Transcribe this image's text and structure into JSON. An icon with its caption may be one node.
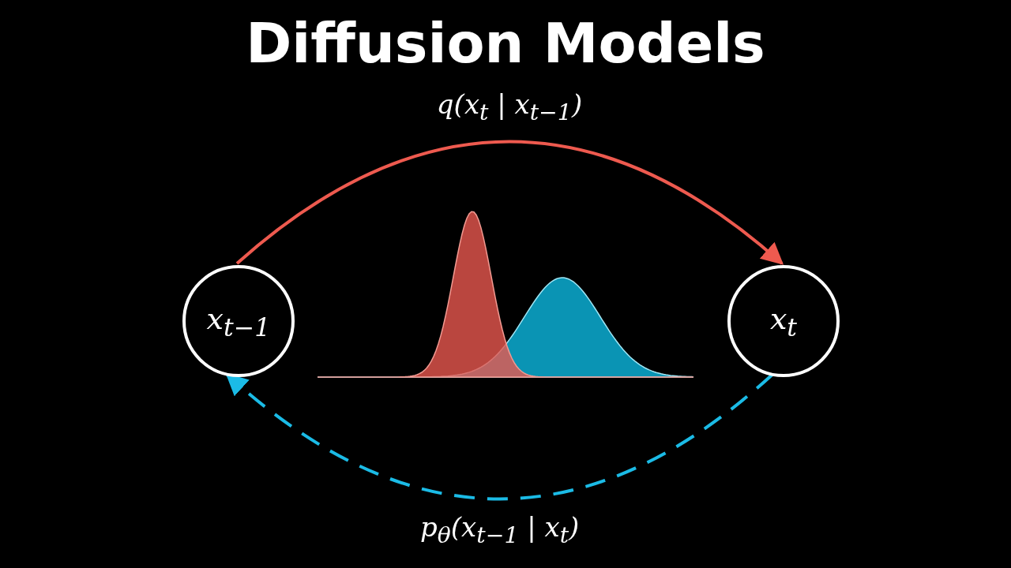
{
  "diagram": {
    "title": "Diffusion Models",
    "nodes": [
      {
        "text": [
          "x$_{t−1}$"
        ]
      },
      {
        "text": [
          "x$_{t}$"
        ]
      }
    ],
    "edges": [
      {
        "from": 0,
        "to": 1,
        "arrow": "to",
        "label": "q(x$_{t}$ | x$_{t−1}$)",
        "color": "#ee5a4f"
      },
      {
        "from": 1,
        "to": 0,
        "arrow": "to",
        "label": "p$_{θ}$(x$_{t−1}$ | x$_{t}$)",
        "style": "dashed",
        "color": "#1bbbe6"
      }
    ]
  }
}
